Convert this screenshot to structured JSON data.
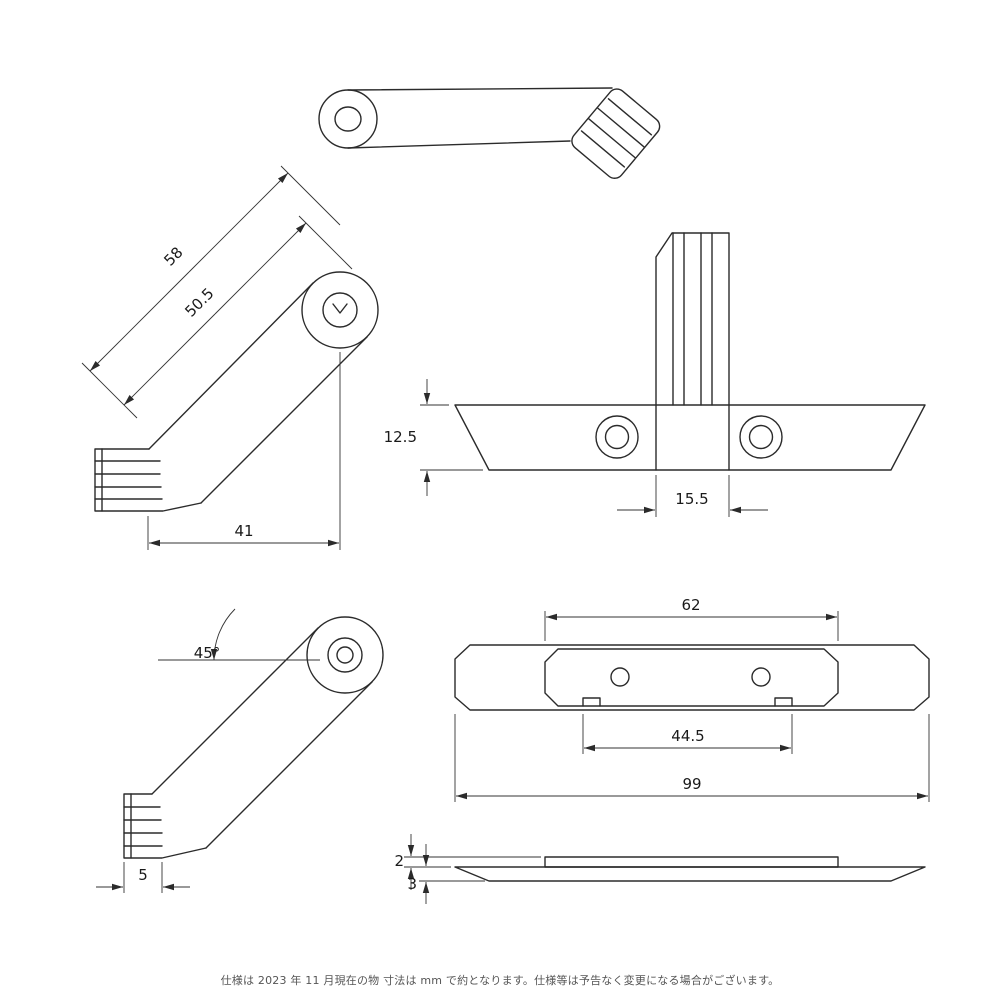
{
  "footer": {
    "note": "仕様は 2023 年 11 月現在の物 寸法は mm で約となります。仕様等は予告なく変更になる場合がございます。"
  },
  "views": {
    "side_upper": {
      "dim_length_outer": "58",
      "dim_length_center": "50.5",
      "dim_width": "41"
    },
    "front": {
      "dim_height": "12.5",
      "dim_column_width": "15.5"
    },
    "side_lower": {
      "dim_angle": "45°",
      "dim_foot_width": "5"
    },
    "top": {
      "dim_inner_width": "62",
      "dim_notch_span": "44.5",
      "dim_overall_width": "99"
    },
    "profile": {
      "dim_plate_upper": "2",
      "dim_plate_lower": "3"
    }
  },
  "colors": {
    "line": "#2b2b2b",
    "dimension": "#333333",
    "background": "#ffffff",
    "footer_text": "#555555"
  }
}
